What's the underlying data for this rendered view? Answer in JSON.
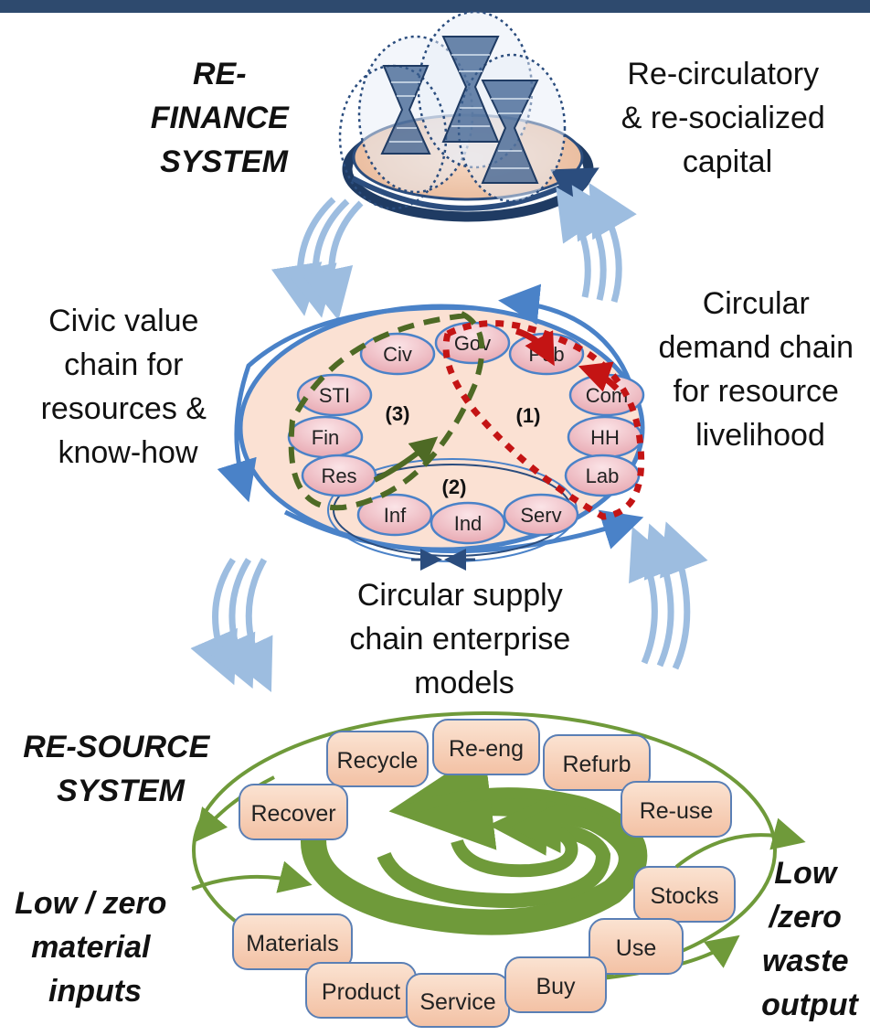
{
  "finance": {
    "title": [
      "RE-",
      "FINANCE",
      "SYSTEM"
    ],
    "caption": [
      "Re-circulatory",
      "& re-socialized",
      "capital"
    ]
  },
  "civic": {
    "caption": [
      "Civic value",
      "chain for",
      "resources &",
      "know-how"
    ]
  },
  "demand": {
    "caption": [
      "Circular",
      "demand chain",
      "for resource",
      "livelihood"
    ]
  },
  "supply": {
    "caption": [
      "Circular supply",
      "chain enterprise",
      "models"
    ]
  },
  "actor_nodes": [
    "Civ",
    "Gov",
    "Pub",
    "STI",
    "Com",
    "Fin",
    "HH",
    "Res",
    "Lab",
    "Inf",
    "Ind",
    "Serv"
  ],
  "loop_numbers": [
    "(3)",
    "(1)",
    "(2)"
  ],
  "resource": {
    "title": [
      "RE-SOURCE",
      "SYSTEM"
    ],
    "boxes": [
      "Recycle",
      "Re-eng",
      "Refurb",
      "Recover",
      "Re-use",
      "Stocks",
      "Materials",
      "Use",
      "Product",
      "Service",
      "Buy"
    ]
  },
  "inputs": [
    "Low / zero",
    "material",
    "inputs"
  ],
  "outputs": [
    "Low",
    "/zero",
    "waste",
    "output"
  ],
  "colors": {
    "header_bar": "#2e4a6e",
    "cycle_blue": "#4a82c8",
    "arrow_light_blue": "#9dbde0",
    "green": "#6f9a3a",
    "dashed_green": "#4e6a25",
    "dashed_red": "#c41414",
    "node_fill": "#f2c6cc",
    "box_fill": "#f8d5bf",
    "ellipse_fill": "#fbe1d3"
  }
}
